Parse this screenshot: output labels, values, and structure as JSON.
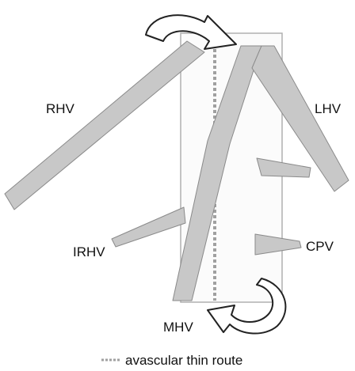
{
  "labels": {
    "rhv": "RHV",
    "lhv": "LHV",
    "irhv": "IRHV",
    "cpv": "CPV",
    "mhv": "MHV"
  },
  "legend": {
    "text": "avascular thin route"
  },
  "colors": {
    "vessel_fill": "#c8c8c8",
    "vessel_stroke": "#8a8a8a",
    "route_dash": "#a0a0a0",
    "arrow_stroke": "#222222"
  },
  "icons": {
    "top_arrow": "curved-arrow-clockwise-icon",
    "bottom_arrow": "curved-arrow-counterclockwise-icon"
  }
}
